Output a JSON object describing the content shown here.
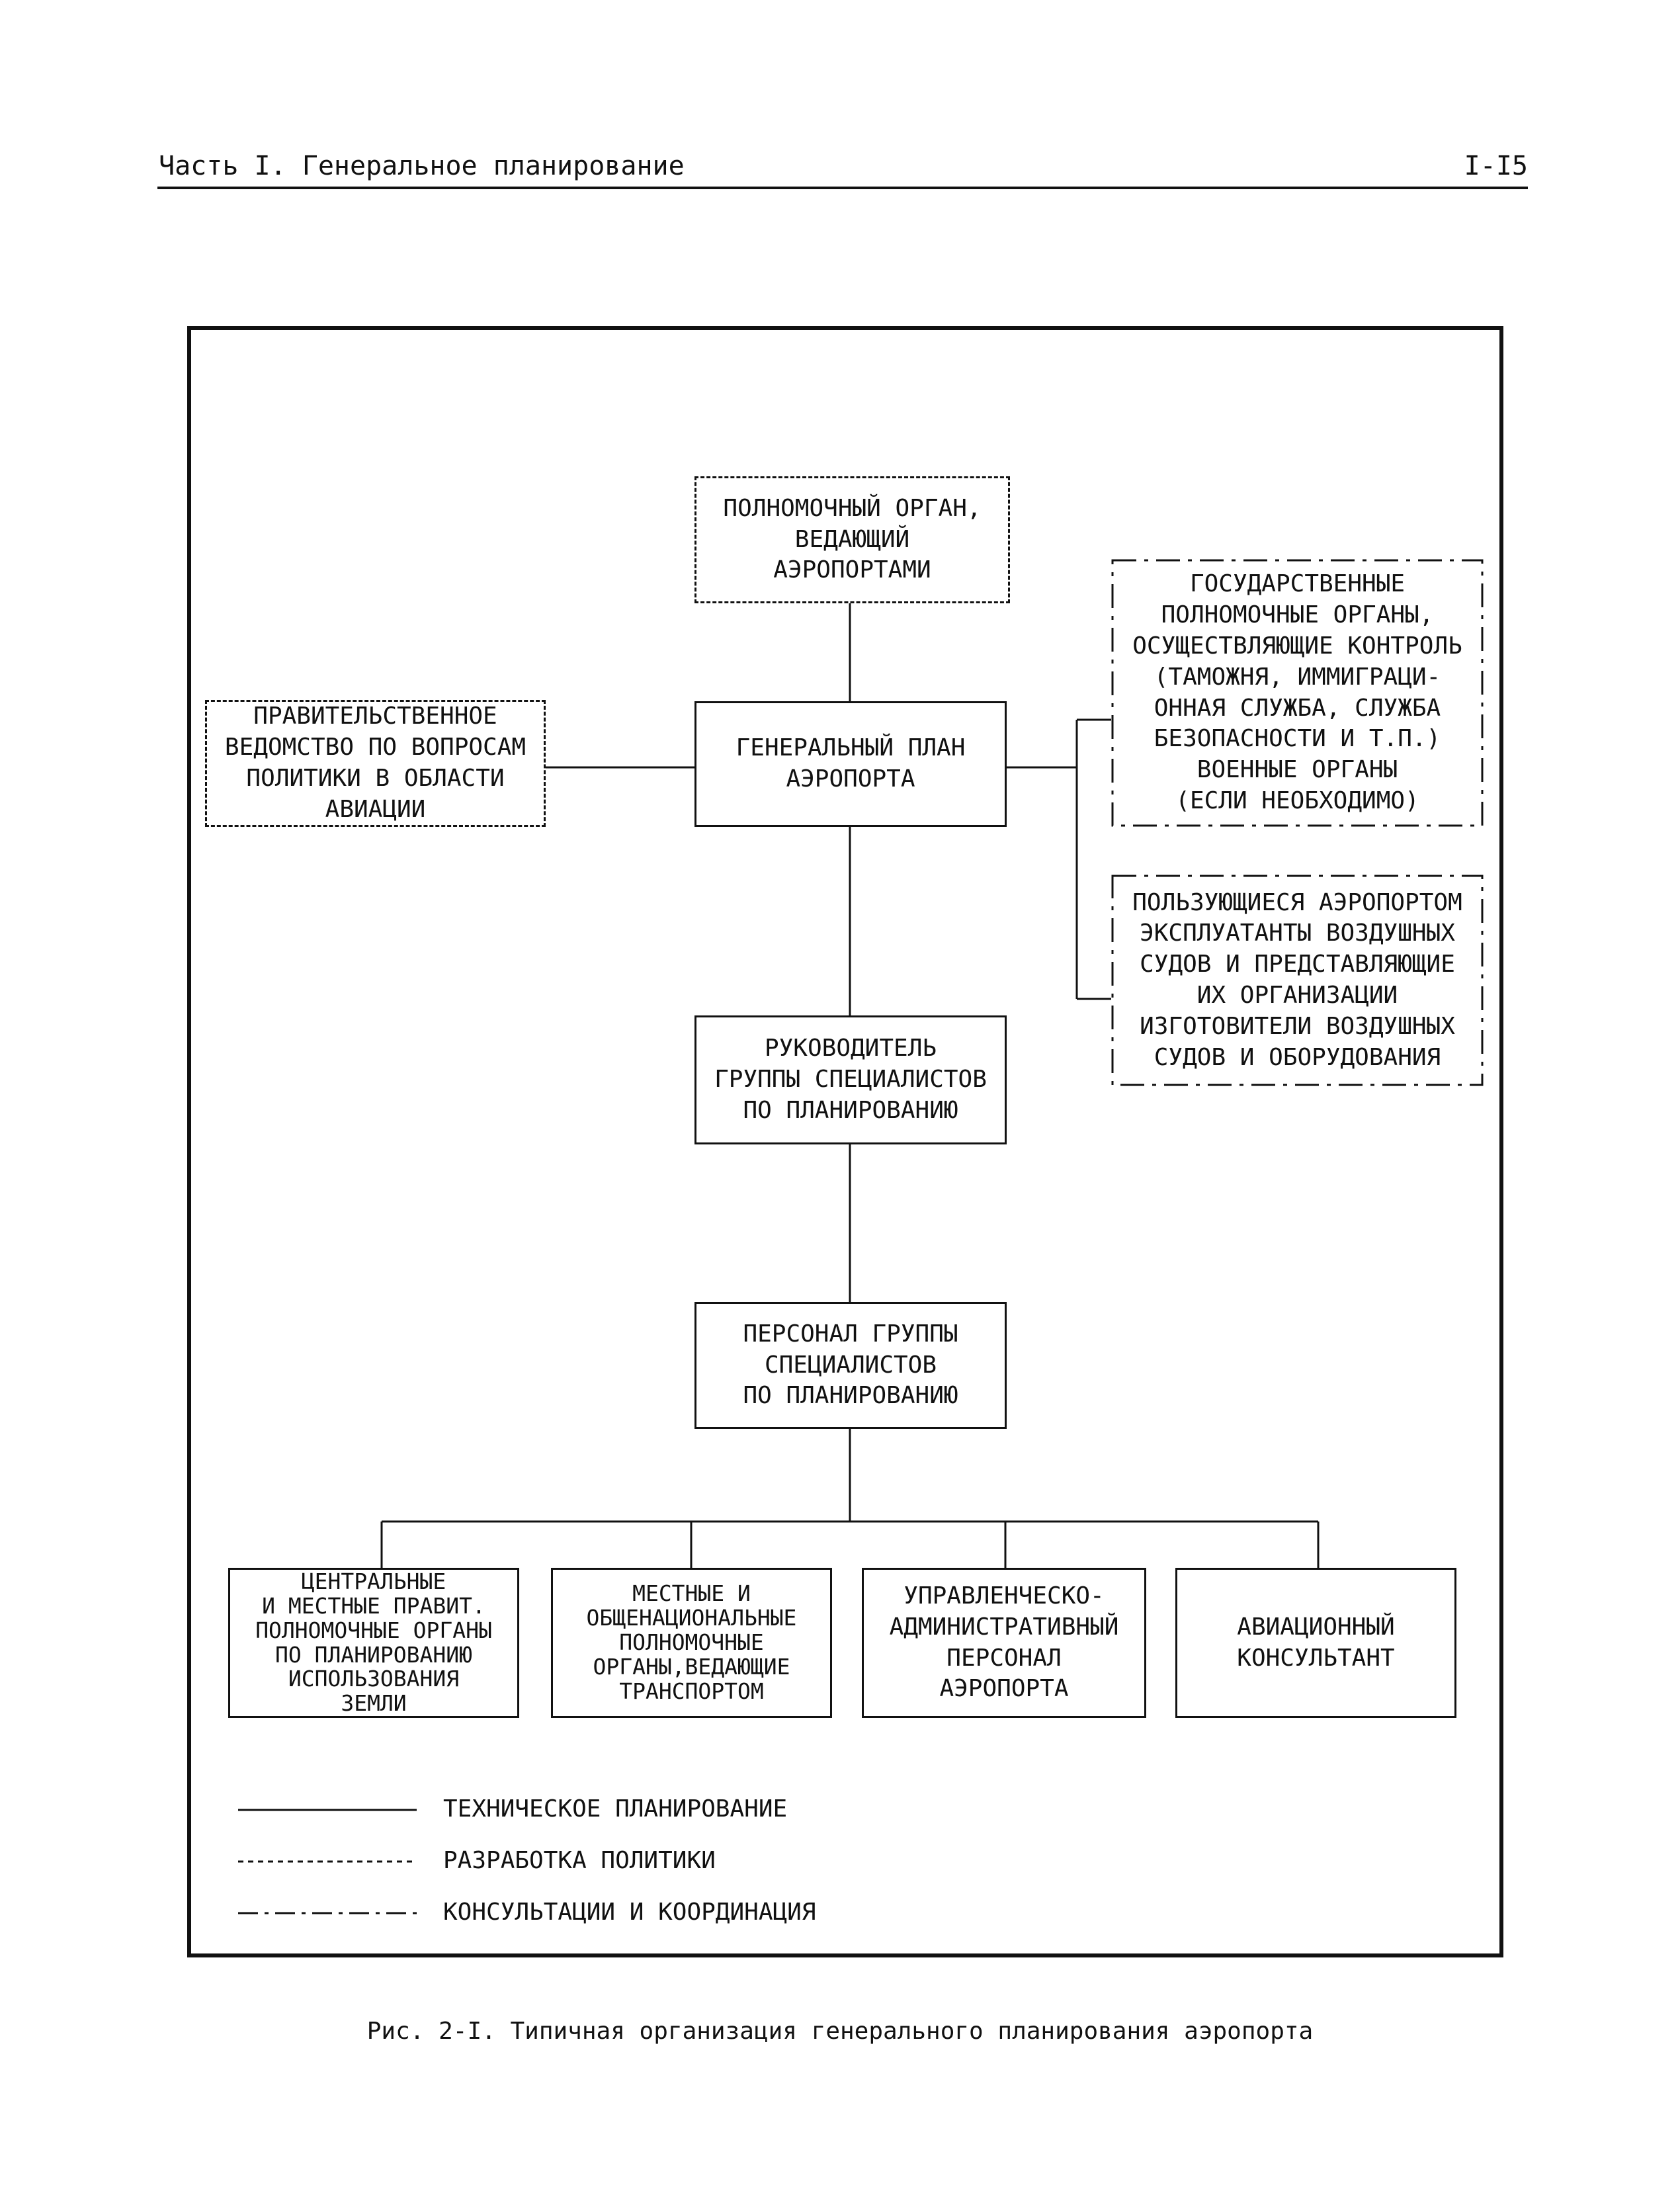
{
  "header": {
    "left": "Часть I. Генеральное планирование",
    "right": "I-I5"
  },
  "boxes": {
    "authority": "ПОЛНОМОЧНЫЙ ОРГАН,\nВЕДАЮЩИЙ\nАЭРОПОРТАМИ",
    "government": "ПРАВИТЕЛЬСТВЕННОЕ\nВЕДОМСТВО ПО ВОПРОСАМ\nПОЛИТИКИ В ОБЛАСТИ\nАВИАЦИИ",
    "master_plan": "ГЕНЕРАЛЬНЫЙ ПЛАН\nАЭРОПОРТА",
    "state_bodies": "ГОСУДАРСТВЕННЫЕ\nПОЛНОМОЧНЫЕ ОРГАНЫ,\nОСУЩЕСТВЛЯЮЩИЕ КОНТРОЛЬ\n(ТАМОЖНЯ, ИММИГРАЦИ-\nОННАЯ СЛУЖБА, СЛУЖБА\nБЕЗОПАСНОСТИ И Т.П.)\nВОЕННЫЕ ОРГАНЫ\n(ЕСЛИ НЕОБХОДИМО)",
    "operators": "ПОЛЬЗУЮЩИЕСЯ АЭРОПОРТОМ\nЭКСПЛУАТАНТЫ ВОЗДУШНЫХ\nСУДОВ И ПРЕДСТАВЛЯЮЩИЕ\nИХ ОРГАНИЗАЦИИ\nИЗГОТОВИТЕЛИ ВОЗДУШНЫХ\nСУДОВ И ОБОРУДОВАНИЯ",
    "team_leader": "РУКОВОДИТЕЛЬ\nГРУППЫ СПЕЦИАЛИСТОВ\nПО ПЛАНИРОВАНИЮ",
    "team_staff": "ПЕРСОНАЛ ГРУППЫ\nСПЕЦИАЛИСТОВ\nПО ПЛАНИРОВАНИЮ",
    "land_use": "ЦЕНТРАЛЬНЫЕ\nИ МЕСТНЫЕ ПРАВИТ.\nПОЛНОМОЧНЫЕ ОРГАНЫ\nПО ПЛАНИРОВАНИЮ\nИСПОЛЬЗОВАНИЯ\nЗЕМЛИ",
    "transport": "МЕСТНЫЕ И\nОБЩЕНАЦИОНАЛЬНЫЕ\nПОЛНОМОЧНЫЕ\nОРГАНЫ,ВЕДАЮЩИЕ\nТРАНСПОРТОМ",
    "admin": "УПРАВЛЕНЧЕСКО-\nАДМИНИСТРАТИВНЫЙ\nПЕРСОНАЛ\nАЭРОПОРТА",
    "consultant": "АВИАЦИОННЫЙ\nКОНСУЛЬТАНТ"
  },
  "legend": {
    "technical": "ТЕХНИЧЕСКОЕ ПЛАНИРОВАНИЕ",
    "policy": "РАЗРАБОТКА ПОЛИТИКИ",
    "consult": "КОНСУЛЬТАЦИИ И КООРДИНАЦИЯ"
  },
  "caption": "Рис. 2-I. Типичная организация генерального планирования аэропорта"
}
